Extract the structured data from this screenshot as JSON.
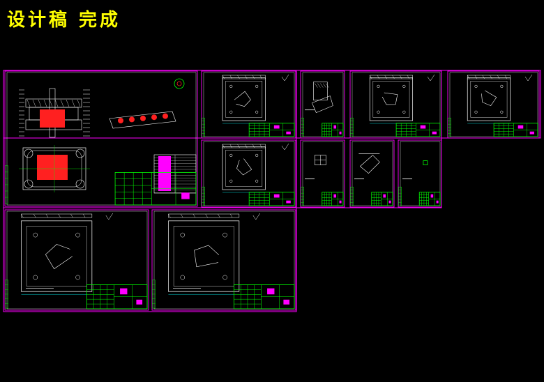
{
  "header": {
    "title": "设计稿 完成"
  },
  "colors": {
    "background": "#000000",
    "title": "#ffff00",
    "sheet_border": "#ff00ff",
    "drawing_line": "#ffffff",
    "accent_red": "#ff2020",
    "title_block": "#00ff00",
    "annotation": "#00ffff"
  },
  "sheets": [
    {
      "id": "assembly-drawing",
      "kind": "assembly"
    },
    {
      "id": "part-drawing-2",
      "kind": "plate"
    },
    {
      "id": "part-drawing-3",
      "kind": "small-part"
    },
    {
      "id": "part-drawing-4",
      "kind": "plate"
    },
    {
      "id": "part-drawing-5",
      "kind": "plate"
    },
    {
      "id": "part-drawing-6",
      "kind": "plate"
    },
    {
      "id": "part-drawing-7",
      "kind": "small-part"
    },
    {
      "id": "part-drawing-8",
      "kind": "small-part"
    },
    {
      "id": "part-drawing-9",
      "kind": "tiny-part"
    },
    {
      "id": "part-drawing-10",
      "kind": "large-plate"
    },
    {
      "id": "part-drawing-11",
      "kind": "large-plate"
    }
  ]
}
